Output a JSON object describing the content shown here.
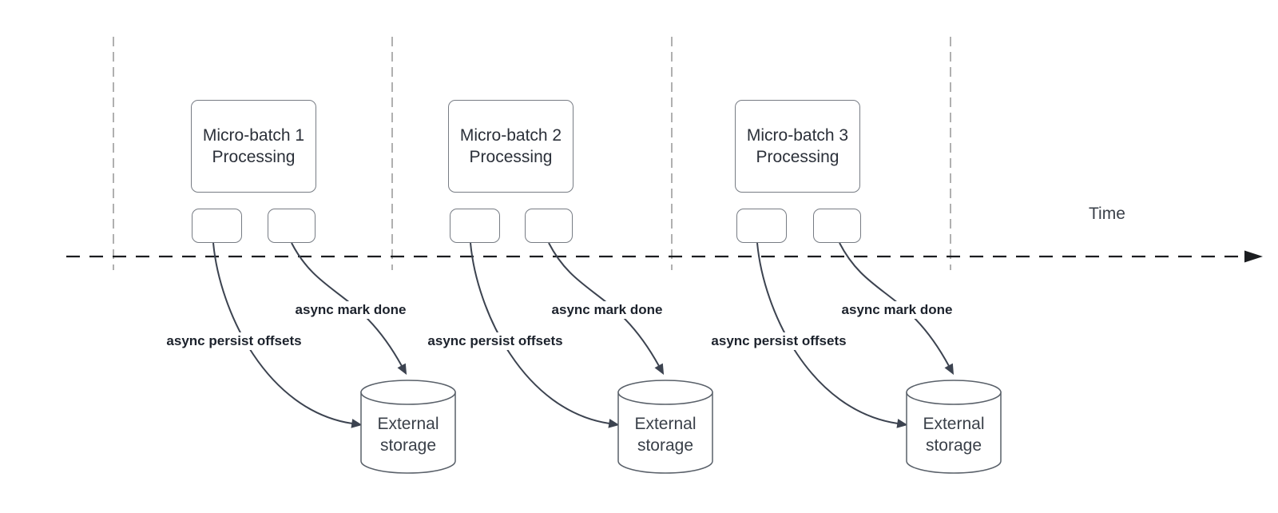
{
  "diagram": {
    "time_label": "Time",
    "batches": [
      {
        "box_label": "Micro-batch 1 Processing",
        "persist_label": "async persist offsets",
        "done_label": "async mark done",
        "storage_label": "External storage"
      },
      {
        "box_label": "Micro-batch 2 Processing",
        "persist_label": "async persist offsets",
        "done_label": "async mark done",
        "storage_label": "External storage"
      },
      {
        "box_label": "Micro-batch 3 Processing",
        "persist_label": "async persist offsets",
        "done_label": "async mark done",
        "storage_label": "External storage"
      }
    ]
  }
}
